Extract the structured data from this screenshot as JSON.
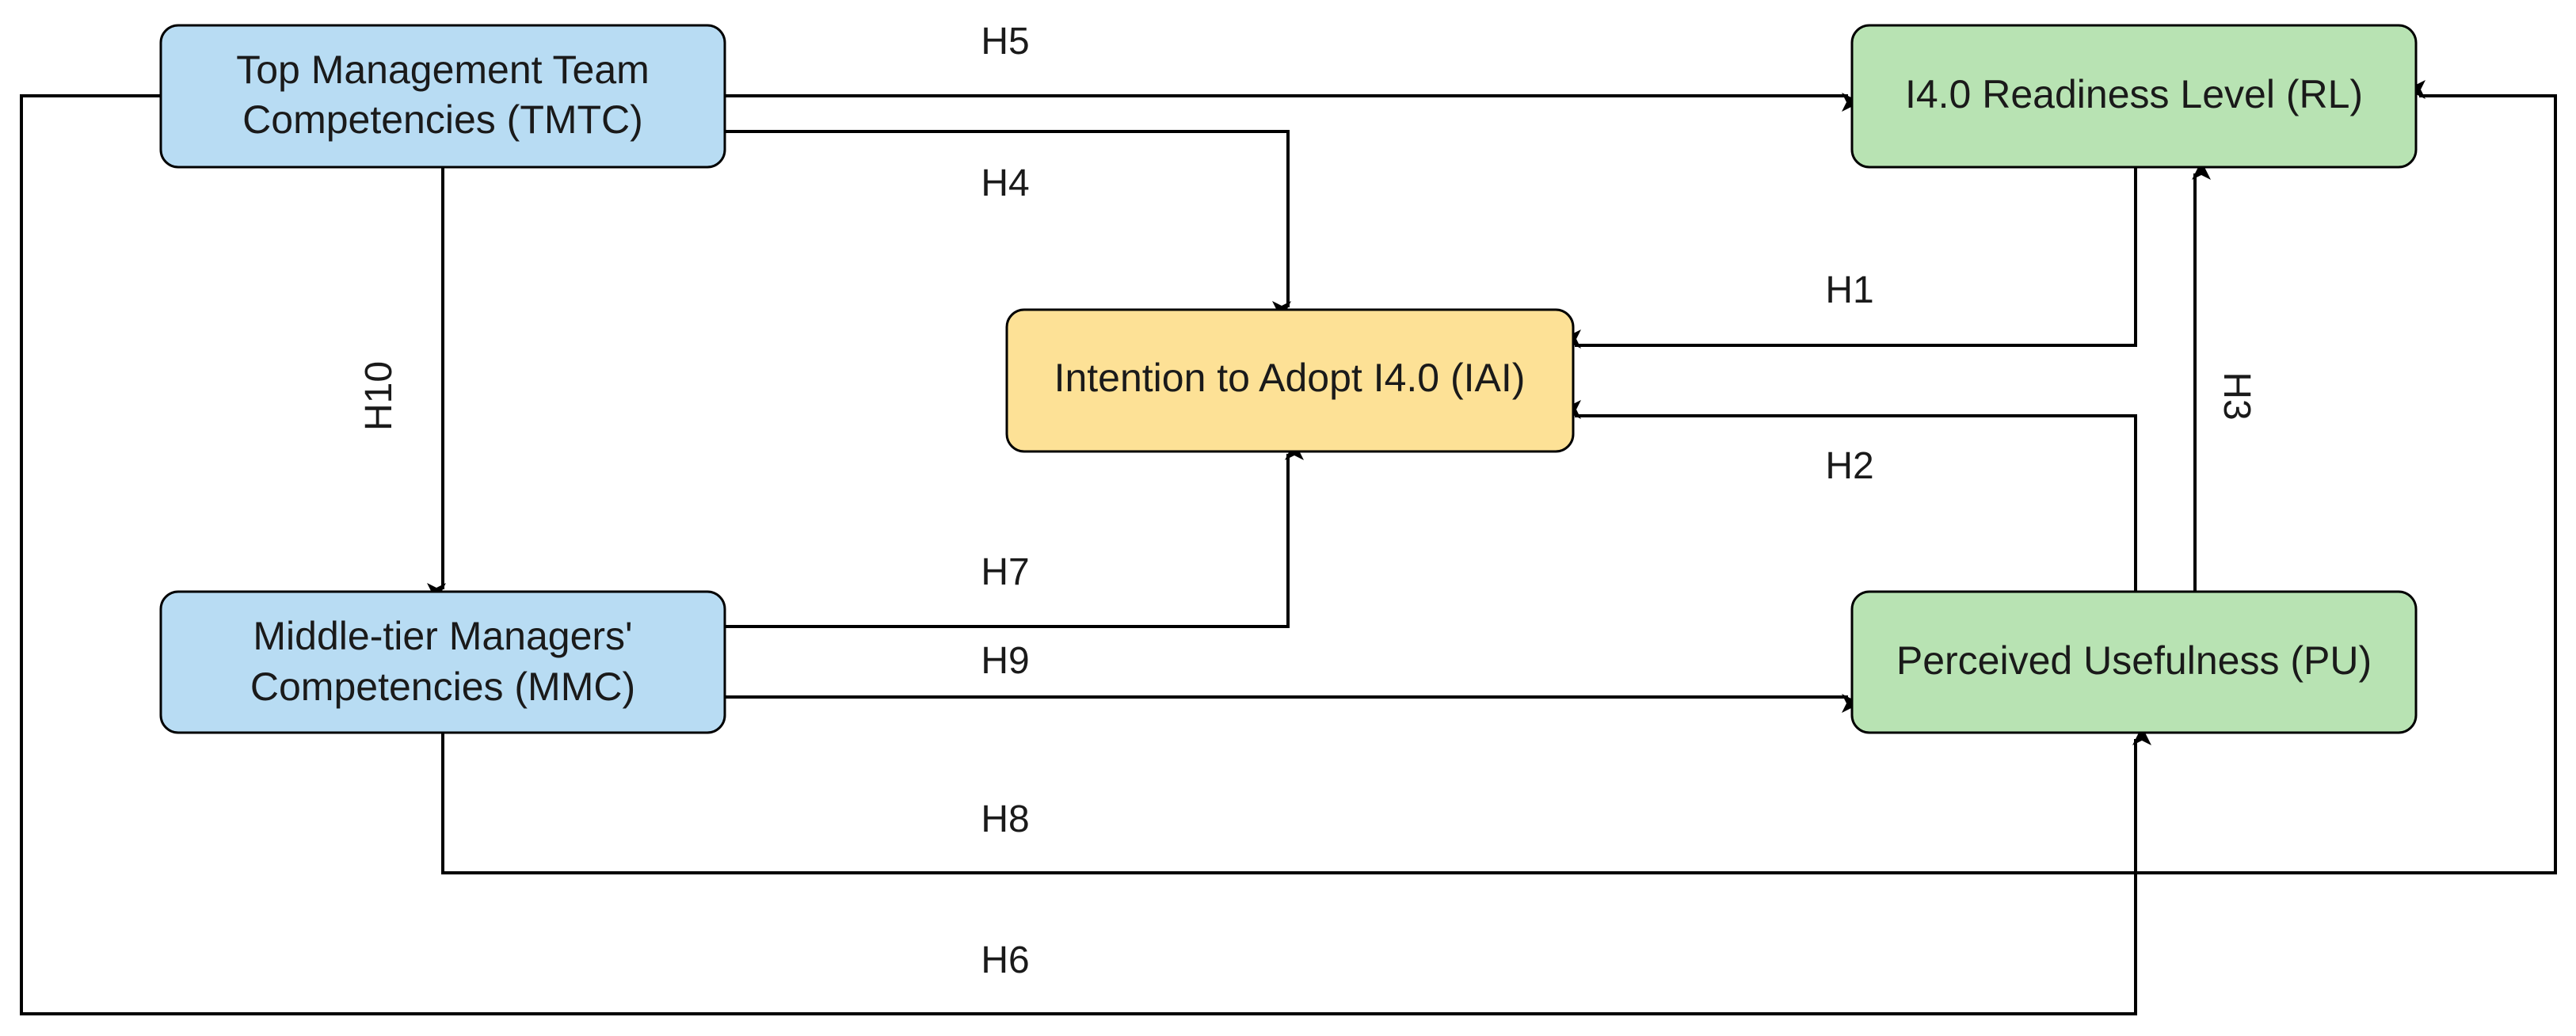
{
  "colors": {
    "management_fill": "#b8dcf3",
    "outcome_fill": "#b8e3b3",
    "intention_fill": "#fde196",
    "line": "#000000"
  },
  "nodes": {
    "tmtc": {
      "line1": "Top Management Team",
      "line2": "Competencies (TMTC)"
    },
    "mmc": {
      "line1": "Middle-tier Managers'",
      "line2": "Competencies (MMC)"
    },
    "iai": {
      "label": "Intention to Adopt I4.0 (IAI)"
    },
    "rl": {
      "label": "I4.0 Readiness Level (RL)"
    },
    "pu": {
      "label": "Perceived Usefulness (PU)"
    }
  },
  "edges": {
    "h1": {
      "label": "H1",
      "from": "RL",
      "to": "IAI"
    },
    "h2": {
      "label": "H2",
      "from": "PU",
      "to": "IAI"
    },
    "h3": {
      "label": "H3",
      "from": "PU",
      "to": "RL"
    },
    "h4": {
      "label": "H4",
      "from": "TMTC",
      "to": "IAI"
    },
    "h5": {
      "label": "H5",
      "from": "TMTC",
      "to": "RL"
    },
    "h6": {
      "label": "H6",
      "from": "TMTC",
      "to": "PU"
    },
    "h7": {
      "label": "H7",
      "from": "MMC",
      "to": "IAI"
    },
    "h8": {
      "label": "H8",
      "from": "MMC",
      "to": "RL"
    },
    "h9": {
      "label": "H9",
      "from": "MMC",
      "to": "PU"
    },
    "h10": {
      "label": "H10",
      "from": "TMTC",
      "to": "MMC"
    }
  }
}
